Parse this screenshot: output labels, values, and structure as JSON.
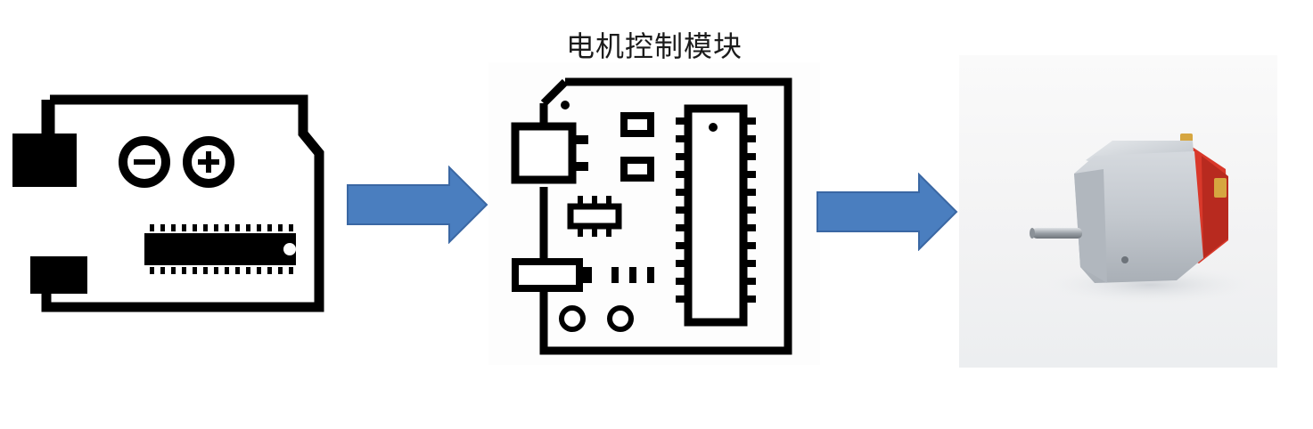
{
  "diagram": {
    "module_title": "电机控制模块",
    "nodes": [
      {
        "id": "arduino",
        "icon": "arduino-board-icon"
      },
      {
        "id": "motor-control-module",
        "icon": "circuit-board-icon"
      },
      {
        "id": "dc-motor",
        "icon": "dc-motor-photo"
      }
    ],
    "edges": [
      {
        "from": "arduino",
        "to": "motor-control-module"
      },
      {
        "from": "motor-control-module",
        "to": "dc-motor"
      }
    ],
    "colors": {
      "arrow_fill": "#4a7ebf",
      "arrow_stroke": "#3a67a3",
      "icon_ink": "#000000",
      "motor_casing": "#c9ced4",
      "motor_endcap": "#d9382a",
      "motor_terminal": "#d6a640"
    }
  }
}
